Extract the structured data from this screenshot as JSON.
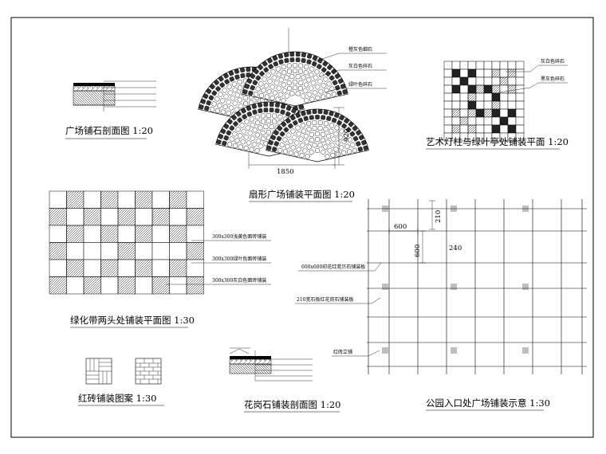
{
  "drawings": {
    "plaza_granite_section": {
      "title": "广场铺石剖面图  1:20",
      "notes": [
        "",
        "",
        "",
        "",
        ""
      ]
    },
    "fan_plaza_plan": {
      "title": "扇形广场铺装平面图  1:20",
      "labels": [
        "橙灰色细石",
        "灰白色碎石",
        "绿叶色碎石"
      ],
      "dim_width": "1850",
      "dim_height": "920"
    },
    "lamp_post_plan": {
      "title": "艺术灯柱与绿叶亭处铺装平面  1:20",
      "labels": [
        "灰白色碎石",
        "黑灰色碎石"
      ]
    },
    "green_belt_plan": {
      "title": "绿化带两头处铺装平面图  1:30",
      "labels": [
        "300x300浅黄色面砖铺装",
        "300x300绿叶色面砖铺装",
        "300x300灰白色面砖铺装"
      ]
    },
    "red_brick_pattern": {
      "title": "红砖铺装图案  1:30"
    },
    "granite_paving_section": {
      "title": "花岗石铺装剖面图  1:20",
      "notes": [
        "",
        "",
        "",
        "",
        ""
      ]
    },
    "park_entrance_plan": {
      "title": "公园入口处广场铺装示意  1:30",
      "labels": [
        "600x600印花红莞贝石铺装板",
        "210宽石板红花岗石铺装板",
        "红砖立铺"
      ],
      "dims": [
        "600",
        "600",
        "240",
        "210"
      ]
    }
  },
  "colors": {
    "line": "#000000",
    "background": "#ffffff"
  }
}
